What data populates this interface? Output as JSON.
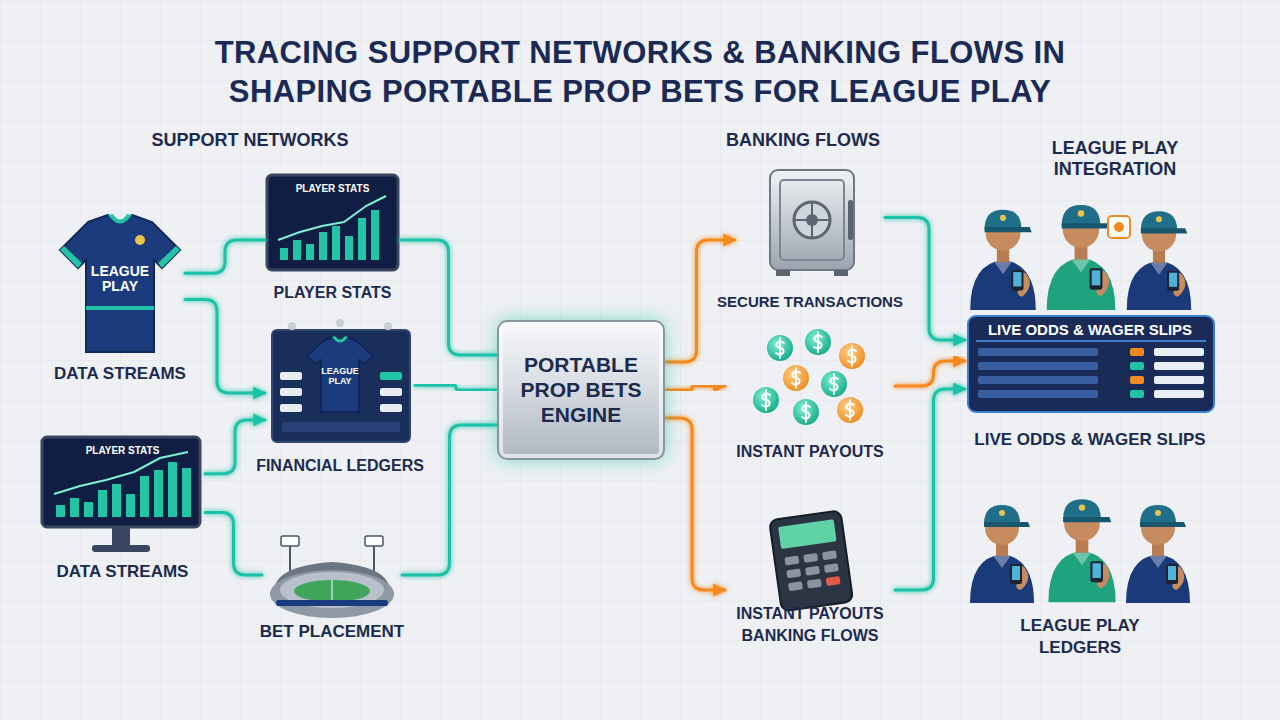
{
  "diagram": {
    "title": "TRACING SUPPORT NETWORKS & BANKING FLOWS IN SHAPING PORTABLE PROP BETS FOR LEAGUE PLAY",
    "nodes": [
      {
        "text": [
          "LEAGUE PLAY",
          "DATA STREAMS"
        ]
      },
      {
        "text": [
          "PLAYER STATS",
          "PLAYER STATS"
        ]
      },
      {
        "text": [
          "LEAGUE PLAY",
          "FINANCIAL LEDGERS"
        ]
      },
      {
        "text": [
          "PLAYER STATS",
          "DATA STREAMS"
        ]
      },
      {
        "text": [
          "BET PLACEMENT"
        ]
      },
      {
        "text": [
          "PORTABLE PROP BETS ENGINE"
        ]
      },
      {
        "text": [
          "SECURE TRANSACTIONS"
        ]
      },
      {
        "text": [
          "INSTANT PAYOUTS"
        ]
      },
      {
        "text": [
          "INSTANT PAYOUTS BANKING FLOWS"
        ]
      },
      {
        "text": [
          "LIVE ODDS & WAGER SLIPS",
          "LIVE ODDS & WAGER SLIPS"
        ]
      },
      {
        "text": [
          "LEAGUE PLAY LEDGERS"
        ]
      }
    ],
    "edges": [
      {
        "from": 0,
        "to": 1,
        "arrow": "none"
      },
      {
        "from": 0,
        "to": 2,
        "arrow": "to"
      },
      {
        "from": 3,
        "to": 2,
        "arrow": "to"
      },
      {
        "from": 3,
        "to": 4,
        "arrow": "none"
      },
      {
        "from": 1,
        "to": 5,
        "arrow": "none"
      },
      {
        "from": 2,
        "to": 5,
        "arrow": "none"
      },
      {
        "from": 4,
        "to": 5,
        "arrow": "none"
      },
      {
        "from": 5,
        "to": 6,
        "arrow": "to"
      },
      {
        "from": 5,
        "to": 7,
        "arrow": "to"
      },
      {
        "from": 5,
        "to": 8,
        "arrow": "to"
      },
      {
        "from": 6,
        "to": 9,
        "arrow": "to"
      },
      {
        "from": 7,
        "to": 9,
        "arrow": "to"
      },
      {
        "from": 8,
        "to": 9,
        "arrow": "to"
      }
    ],
    "labels": [
      "SUPPORT NETWORKS",
      "BANKING FLOWS",
      "LEAGUE PLAY INTEGRATION"
    ]
  }
}
